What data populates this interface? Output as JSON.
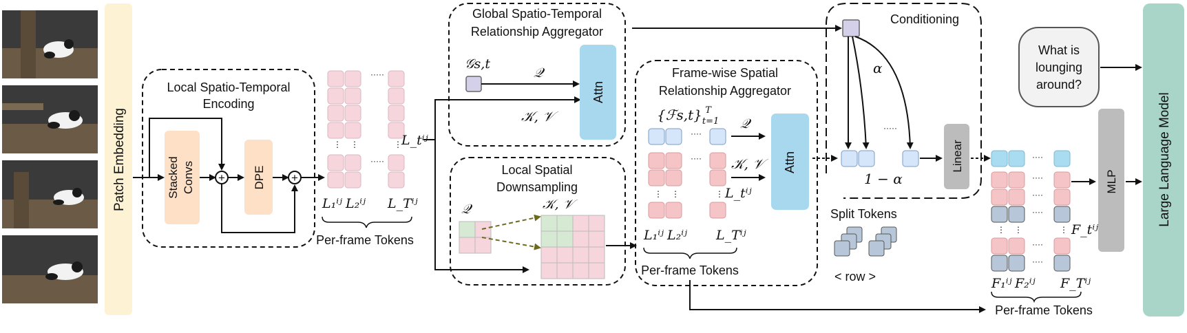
{
  "frames": {
    "count": 4,
    "icon": "panda-photo"
  },
  "patch_embedding": {
    "label": "Patch Embedding",
    "color": "#fdf3d4"
  },
  "local_st_encoding": {
    "title_line1": "Local Spatio-Temporal",
    "title_line2": "Encoding",
    "stacked_convs_line1": "Stacked",
    "stacked_convs_line2": "Convs",
    "dpe": "DPE",
    "plus_symbol": "+"
  },
  "per_frame_tokens_1": {
    "label": "Per-frame Tokens",
    "token_l1": "L₁ⁱʲ",
    "token_l2": "L₂ⁱʲ",
    "token_lT": "L_Tⁱʲ",
    "token_lt": "L_tⁱʲ"
  },
  "global_aggregator": {
    "title_line1": "Global Spatio-Temporal",
    "title_line2": "Relationship Aggregator",
    "g_label": "𝒢s,t",
    "q_label": "𝒬",
    "kv_label": "𝒦, 𝒱",
    "attn": "Attn"
  },
  "local_downsampling": {
    "title_line1": "Local Spatial",
    "title_line2": "Downsampling",
    "q_label": "𝒬",
    "kv_label": "𝒦, 𝒱"
  },
  "framewise_aggregator": {
    "title_line1": "Frame-wise Spatial",
    "title_line2": "Relationship Aggregator",
    "set_label": "{ℱs,t}",
    "set_sub": "t=1",
    "set_sup": "T",
    "q_label": "𝒬",
    "kv_label": "𝒦, 𝒱",
    "attn": "Attn",
    "per_frame_label": "Per-frame Tokens",
    "token_l1": "L₁ⁱʲ",
    "token_l2": "L₂ⁱʲ",
    "token_lT": "L_Tⁱʲ",
    "token_lt": "L_tⁱʲ"
  },
  "conditioning": {
    "title": "Conditioning",
    "alpha": "α",
    "one_minus_alpha": "1 − α",
    "split_tokens": "Split Tokens",
    "row": "< row >"
  },
  "linear": "Linear",
  "mlp": "MLP",
  "question": {
    "line1": "What is",
    "line2": "lounging",
    "line3": "around?"
  },
  "llm": {
    "label": "Large Language Model",
    "color": "#a9d5c8"
  },
  "output_tokens": {
    "per_frame_label": "Per-frame Tokens",
    "token_f1": "F₁ⁱʲ",
    "token_f2": "F₂ⁱʲ",
    "token_fT": "F_Tⁱʲ",
    "token_ft": "F_tⁱʲ"
  },
  "colors": {
    "token_pink": "#f6d5dc",
    "token_red": "#f4c4c6",
    "token_blue": "#d6e6fa",
    "token_cyan": "#a9dcf0",
    "token_slate": "#b7c6d8",
    "token_green": "#d5e9d3",
    "token_purple": "#d4d0ea",
    "attn_blue": "#a7d8ee",
    "conv_orange": "#fde0c6",
    "gray_block": "#bcbcbc"
  }
}
